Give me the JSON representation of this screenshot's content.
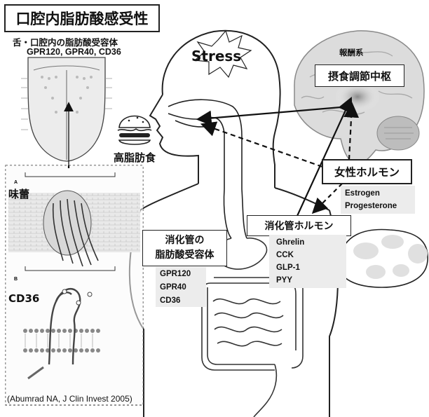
{
  "title": "口腔内脂肪酸感受性",
  "tongue_caption": "舌・口腔内の脂肪酸受容体",
  "tongue_receptors": "GPR120, GPR40, CD36",
  "taste_bud_label": "味蕾",
  "cd36_label": "CD36",
  "citation": "(Abumrad NA, J Clin Invest 2005)",
  "high_fat_label": "高脂肪食",
  "stress_label": "Stress",
  "reward_label": "報酬系",
  "appetite_center": "摂食調節中枢",
  "female_hormone": "女性ホルモン",
  "female_hormones_list": [
    "Estrogen",
    "Progesterone"
  ],
  "gut_hormone": "消化管ホルモン",
  "gut_hormones_list": [
    "Ghrelin",
    "CCK",
    "GLP-1",
    "PYY"
  ],
  "gut_receptor_title": [
    "消化管の",
    "脂肪酸受容体"
  ],
  "gut_receptors_list": [
    "GPR120",
    "GPR40",
    "CD36"
  ],
  "inset_letters": [
    "A",
    "B"
  ]
}
